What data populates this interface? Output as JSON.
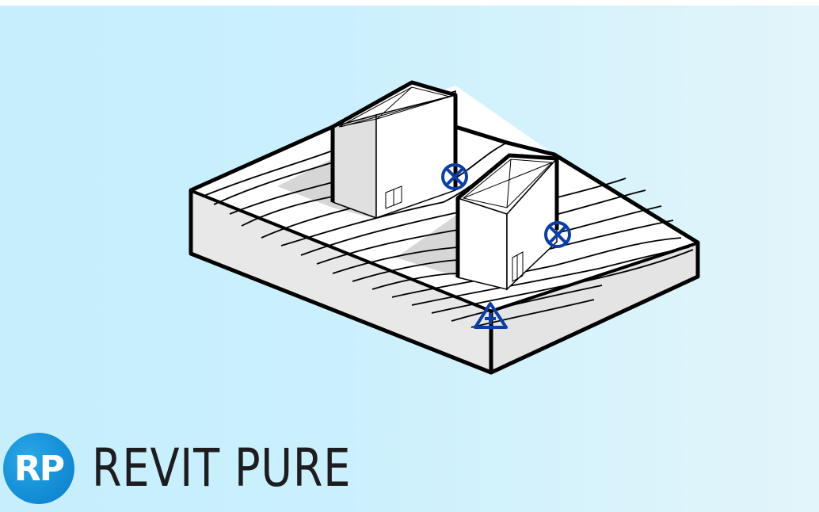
{
  "brand": {
    "badge_text": "RP",
    "name": "REVIT PURE",
    "badge_color": "#1590d8",
    "text_color": "#1d1d1f"
  },
  "scene": {
    "description": "Isometric site model with topography contours and two rectangular buildings",
    "background_colors": [
      "#c6eefd",
      "#e2f5fa"
    ],
    "line_color": "#000000",
    "side_face_color": "#e6e6e6",
    "shadow_color": "#d4d4d4",
    "symbol_color": "#0a3ea8",
    "buildings": [
      {
        "label": "building-1",
        "has_door": true,
        "roof": "x-pattern"
      },
      {
        "label": "building-2",
        "has_door": true,
        "roof": "x-pattern"
      }
    ],
    "symbols": [
      {
        "type": "survey-point-icon",
        "shape": "circle-x"
      },
      {
        "type": "survey-point-icon",
        "shape": "circle-x"
      },
      {
        "type": "project-base-point-icon",
        "shape": "triangle-plus"
      }
    ]
  }
}
